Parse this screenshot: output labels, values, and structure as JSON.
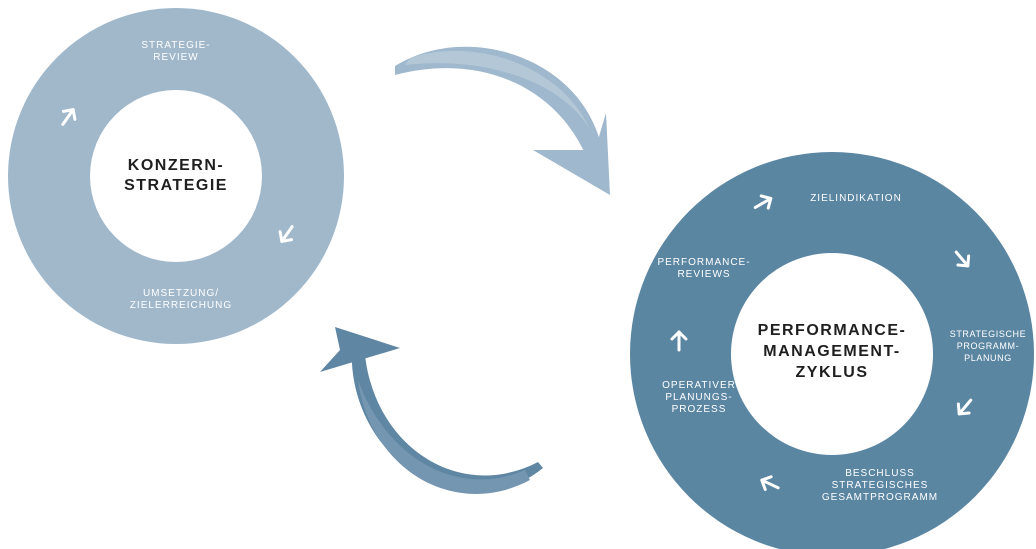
{
  "colors": {
    "left_ring": "#a1b8cb",
    "right_ring": "#5b86a2",
    "top_brush": "#9fb8cd",
    "bottom_brush": "#5f86a3",
    "arrow": "#ffffff",
    "center": "#ffffff",
    "title_text": "#1f1f1f"
  },
  "left_cycle": {
    "title": "KONZERN-\nSTRATEGIE",
    "labels": {
      "top": "STRATEGIE-\nREVIEW",
      "bottom": "UMSETZUNG/\nZIELERREICHUNG"
    }
  },
  "right_cycle": {
    "title": "PERFORMANCE-\nMANAGEMENT-\nZYKLUS",
    "labels": {
      "top": "ZIELINDIKATION",
      "right": "STRATEGISCHE\nPROGRAMM-\nPLANUNG",
      "bottom": "BESCHLUSS\nSTRATEGISCHES\nGESAMTPROGRAMM",
      "bottom_left": "OPERATIVER\nPLANUNGS-\nPROZESS",
      "top_left": "PERFORMANCE-\nREVIEWS"
    }
  },
  "icons": {
    "ring_arrow": "arrow-icon",
    "brush_arrow": "curved-brush-arrow"
  }
}
